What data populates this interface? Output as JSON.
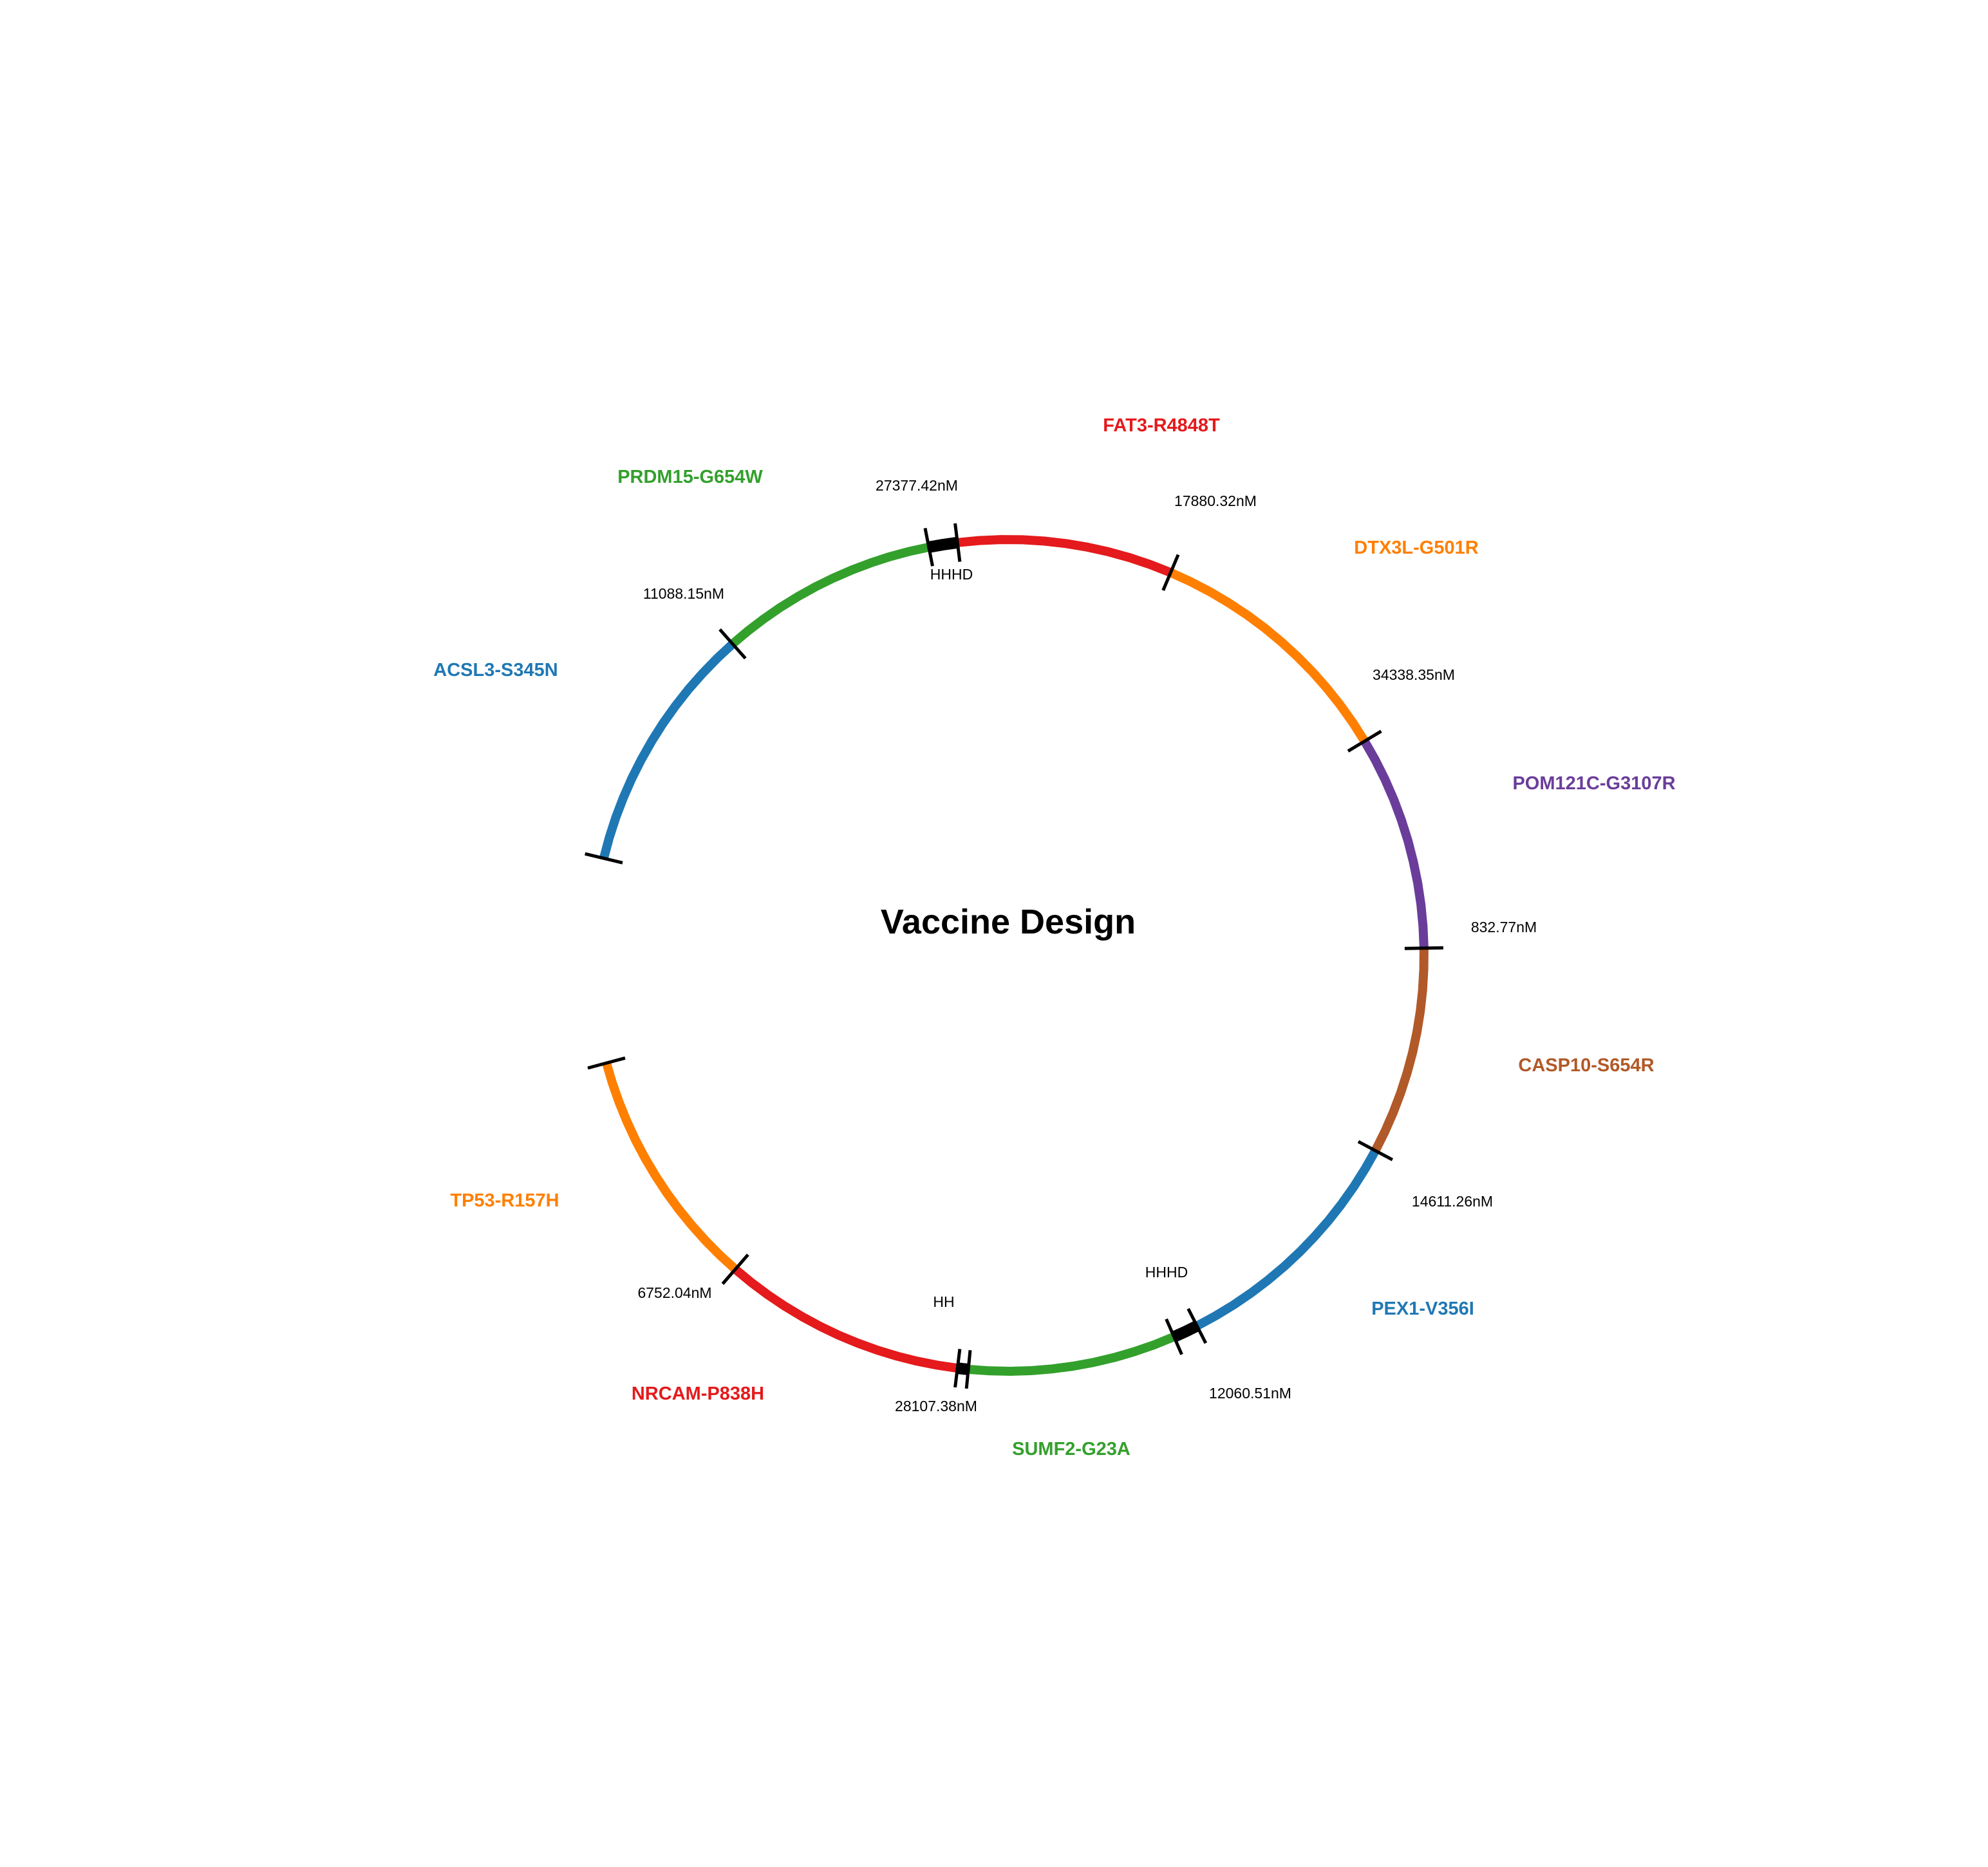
{
  "title": "Vaccine Design",
  "colors": {
    "red": "#e41a1c",
    "orange": "#ff7f00",
    "purple": "#6a3d9a",
    "brown": "#b15928",
    "blue": "#1f78b4",
    "green": "#33a02c",
    "black": "#000000"
  },
  "segments": [
    {
      "name": "FAT3-R4848T",
      "value": "17880.32nM",
      "color": "red"
    },
    {
      "name": "DTX3L-G501R",
      "value": "34338.35nM",
      "color": "orange"
    },
    {
      "name": "POM121C-G3107R",
      "value": "832.77nM",
      "color": "purple"
    },
    {
      "name": "CASP10-S654R",
      "value": "14611.26nM",
      "color": "brown"
    },
    {
      "name": "PEX1-V356I",
      "value": "",
      "color": "blue"
    },
    {
      "name": "SUMF2-G23A",
      "value": "12060.51nM",
      "color": "green"
    },
    {
      "name": "NRCAM-P838H",
      "value": "28107.38nM",
      "color": "red"
    },
    {
      "name": "TP53-R157H",
      "value": "6752.04nM",
      "color": "orange"
    },
    {
      "name": "ACSL3-S345N",
      "value": "",
      "color": "blue"
    },
    {
      "name": "PRDM15-G654W",
      "value": "11088.15nM",
      "color": "green"
    }
  ],
  "linkers": [
    {
      "label": "HHHD",
      "value": "27377.42nM"
    },
    {
      "label": "HHHD",
      "value": ""
    },
    {
      "label": "HH",
      "value": ""
    }
  ]
}
